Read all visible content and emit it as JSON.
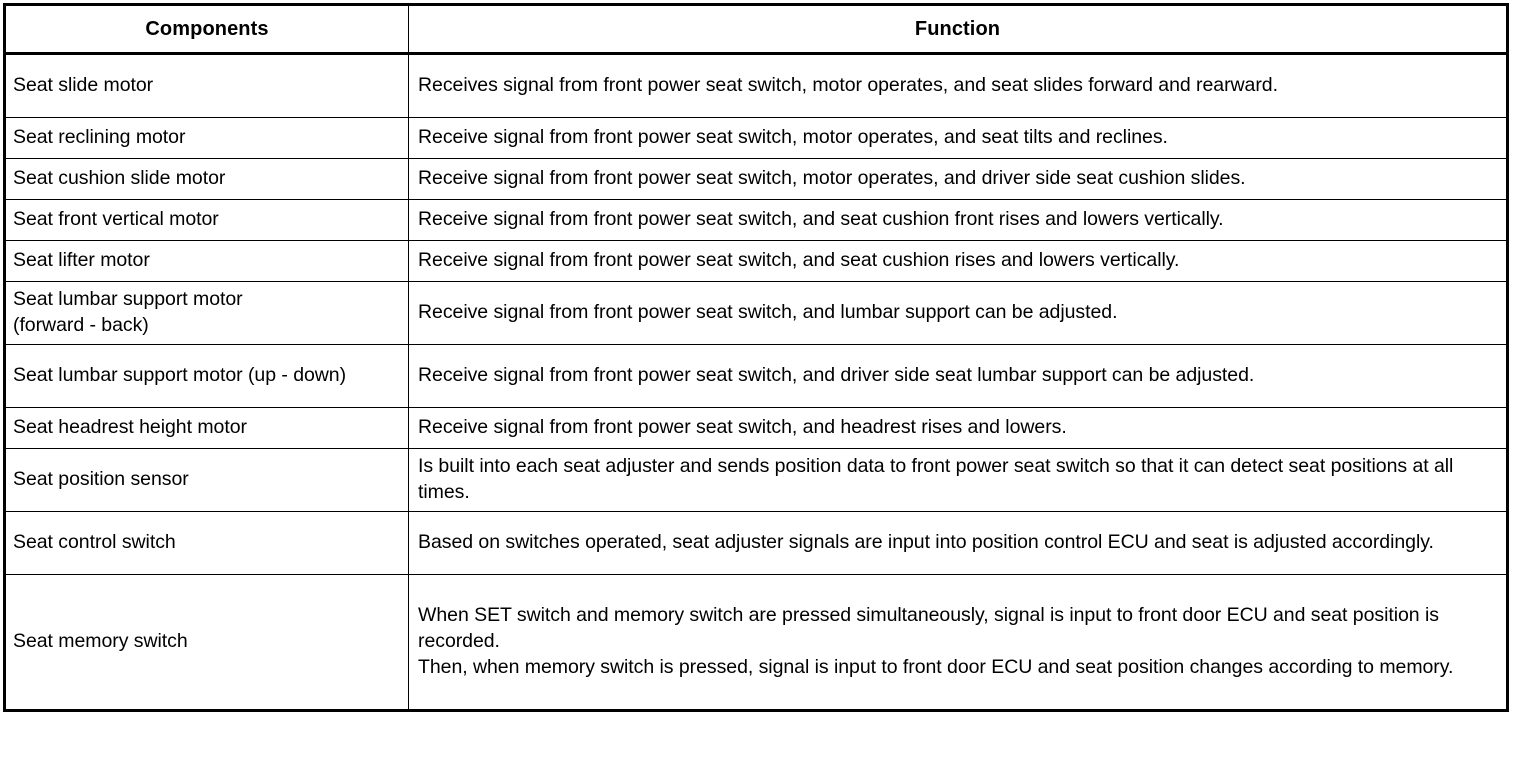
{
  "table": {
    "headers": {
      "components": "Components",
      "function": "Function"
    },
    "rows": [
      {
        "component": "Seat slide motor",
        "function": "Receives signal from front power seat switch, motor operates, and seat slides forward and rearward.",
        "size": "tall"
      },
      {
        "component": "Seat reclining motor",
        "function": "Receive signal from front power seat switch, motor operates, and seat tilts and reclines.",
        "size": "normal"
      },
      {
        "component": "Seat cushion slide motor",
        "function": "Receive signal from front power seat switch, motor operates, and driver side seat cushion slides.",
        "size": "normal"
      },
      {
        "component": "Seat front vertical motor",
        "function": "Receive signal from front power seat switch, and seat cushion front rises and lowers vertically.",
        "size": "normal"
      },
      {
        "component": "Seat lifter motor",
        "function": "Receive signal from front power seat switch, and seat cushion rises and lowers vertically.",
        "size": "normal"
      },
      {
        "component": "Seat lumbar support motor\n(forward - back)",
        "function": "Receive signal from front power seat switch, and lumbar support can be adjusted.",
        "size": "medium"
      },
      {
        "component": "Seat lumbar support motor (up - down)",
        "function": "Receive signal from front power seat switch, and driver side seat lumbar support can be adjusted.",
        "size": "medium"
      },
      {
        "component": "Seat headrest height motor",
        "function": "Receive signal from front power seat switch, and headrest rises and lowers.",
        "size": "normal"
      },
      {
        "component": "Seat position sensor",
        "function": "Is built into each seat adjuster and sends position data to front power seat switch so that it can detect seat positions at all times.",
        "size": "xtall"
      },
      {
        "component": "Seat control switch",
        "function": "Based on switches operated, seat adjuster signals are input into position control ECU and seat is adjusted accordingly.",
        "size": "xtall"
      },
      {
        "component": "Seat memory switch",
        "function": "When SET switch and memory switch are pressed simultaneously, signal is input to front door ECU and seat position is recorded.\nThen, when memory switch is pressed, signal is input to front door ECU and seat position changes according to memory.",
        "size": "xxtall"
      }
    ]
  }
}
